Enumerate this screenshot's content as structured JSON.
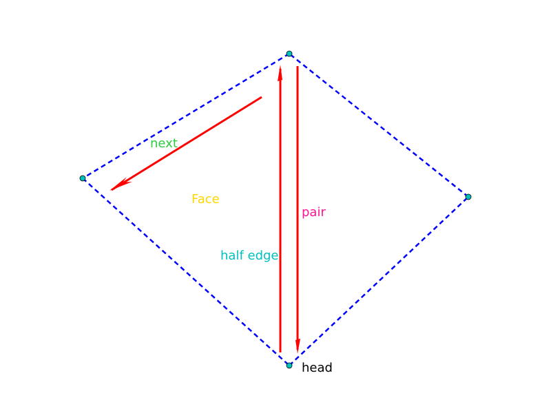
{
  "labels": {
    "next": "next",
    "face": "Face",
    "pair": "pair",
    "half_edge": "half edge",
    "head": "head"
  },
  "colors": {
    "edge": "#0000ff",
    "arrow": "#ff0000",
    "vertex": "#00bfbf",
    "next_label": "#2ecc40",
    "face_label": "#ffd700",
    "pair_label": "#ff1493",
    "half_edge_label": "#00bfbf",
    "head_label": "#000000"
  }
}
